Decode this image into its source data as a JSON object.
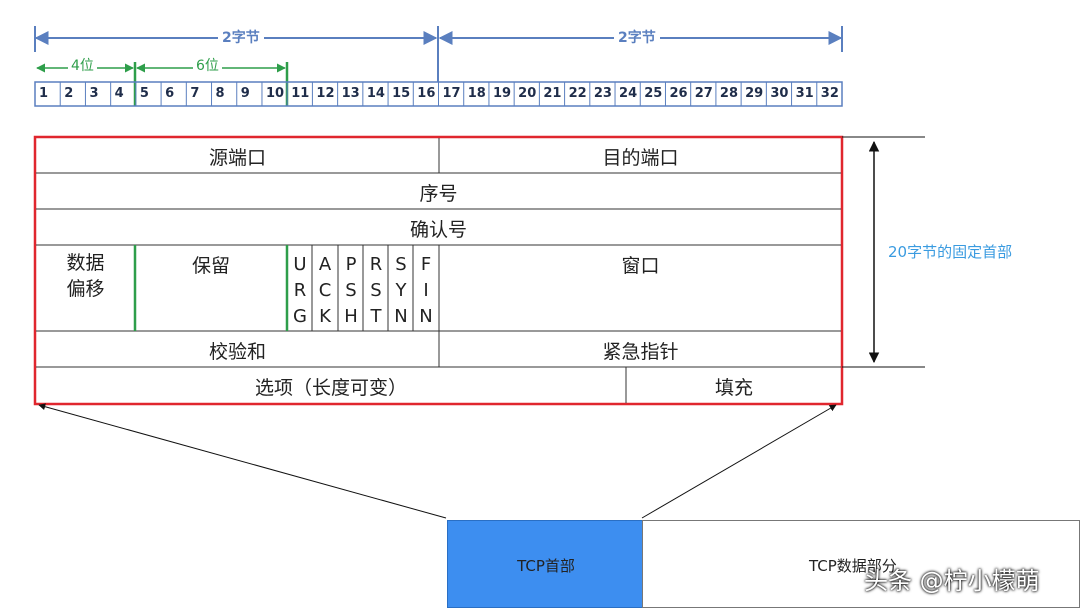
{
  "bit_ruler": {
    "bits": [
      "1",
      "2",
      "3",
      "4",
      "5",
      "6",
      "7",
      "8",
      "9",
      "10",
      "11",
      "12",
      "13",
      "14",
      "15",
      "16",
      "17",
      "18",
      "19",
      "20",
      "21",
      "22",
      "23",
      "24",
      "25",
      "26",
      "27",
      "28",
      "29",
      "30",
      "31",
      "32"
    ],
    "left_span_label": "2字节",
    "right_span_label": "2字节",
    "offset_span_label": "4位",
    "reserved_span_label": "6位"
  },
  "header": {
    "source_port": "源端口",
    "dest_port": "目的端口",
    "seq_number": "序号",
    "ack_number": "确认号",
    "data_offset": [
      "数据",
      "偏移"
    ],
    "reserved": "保留",
    "flags": [
      [
        "U",
        "R",
        "G"
      ],
      [
        "A",
        "C",
        "K"
      ],
      [
        "P",
        "S",
        "H"
      ],
      [
        "R",
        "S",
        "T"
      ],
      [
        "S",
        "Y",
        "N"
      ],
      [
        "F",
        "I",
        "N"
      ]
    ],
    "window": "窗口",
    "checksum": "校验和",
    "urgent_pointer": "紧急指针",
    "options": "选项（长度可变）",
    "padding": "填充"
  },
  "fixed_header_note": "20字节的固定首部",
  "segment": {
    "header_part": "TCP首部",
    "data_part": "TCP数据部分"
  },
  "watermark": "头条 @柠小檬萌",
  "colors": {
    "ruler_line": "#5a7fbf",
    "green_marker": "#2e9e4a",
    "header_border": "#e0262e",
    "note_text": "#3a9be0",
    "tcp_header_fill": "#3d8ef0"
  }
}
